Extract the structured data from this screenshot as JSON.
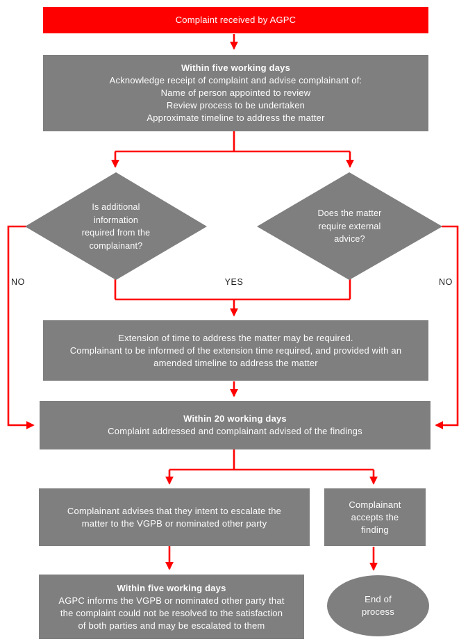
{
  "colors": {
    "accent_red": "#ff0000",
    "shape_gray": "#7f7f7f",
    "shape_text": "#fdfdfd",
    "branch_label_text": "#1f1f1f"
  },
  "nodes": {
    "start": {
      "text": "Complaint received by AGPC"
    },
    "acknowledge": {
      "title": "Within five working days",
      "body": "Acknowledge receipt of complaint and advise complainant of:\nName of person appointed to review\nReview process to be undertaken\nApproximate timeline to address the matter"
    },
    "decision_additional_info": {
      "body": "Is additional\ninformation\nrequired from the\ncomplainant?"
    },
    "decision_external_advice": {
      "body": "Does the matter\nrequire external\nadvice?"
    },
    "extension": {
      "body": "Extension of time to address the matter may be required.\nComplainant to be informed of the extension time required, and provided with an\namended timeline to address the matter"
    },
    "within_20_days": {
      "title": "Within 20 working days",
      "body": "Complaint addressed and complainant advised of the findings"
    },
    "escalate": {
      "body": "Complainant advises that they intent to escalate the\nmatter to the VGPB or nominated other party"
    },
    "accepts": {
      "body": "Complainant\naccepts the\nfinding"
    },
    "inform_vgpb": {
      "title": "Within five working days",
      "body": "AGPC informs the VGPB or nominated other party that\nthe complaint could not be resolved to the satisfaction\nof both parties and may be escalated to them"
    },
    "end": {
      "body": "End of\nprocess"
    }
  },
  "labels": {
    "yes": "YES",
    "no_left": "NO",
    "no_right": "NO"
  }
}
